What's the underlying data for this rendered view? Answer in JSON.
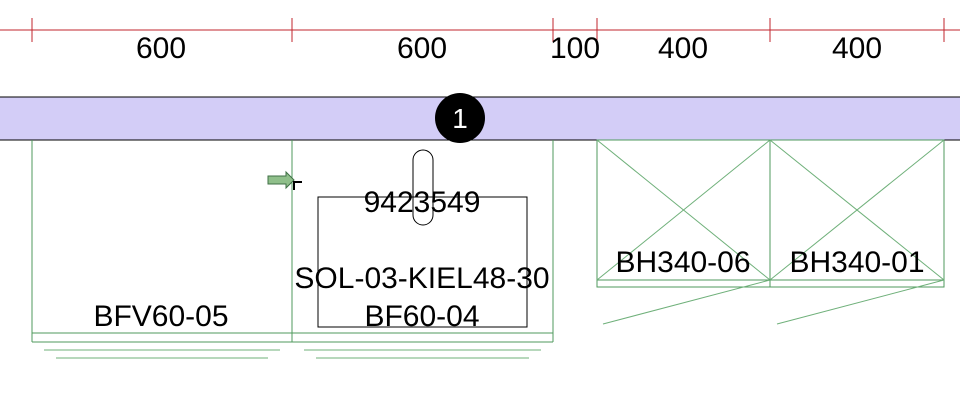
{
  "dimensions": [
    "600",
    "600",
    "100",
    "400",
    "400"
  ],
  "wall": {
    "marker": "1"
  },
  "cabinets": {
    "bfv": "BFV60-05",
    "bf": "BF60-04",
    "sink": "SOL-03-KIEL48-30",
    "tap_code": "9423549",
    "bh1": "BH340-06",
    "bh2": "BH340-01"
  },
  "colors": {
    "dimension_line": "#c0262d",
    "wall_fill": "#d3cdf7",
    "cabinet_line": "#4f9a5c",
    "marker_fill": "#000000",
    "pointer_fill": "#8fbf8a"
  }
}
